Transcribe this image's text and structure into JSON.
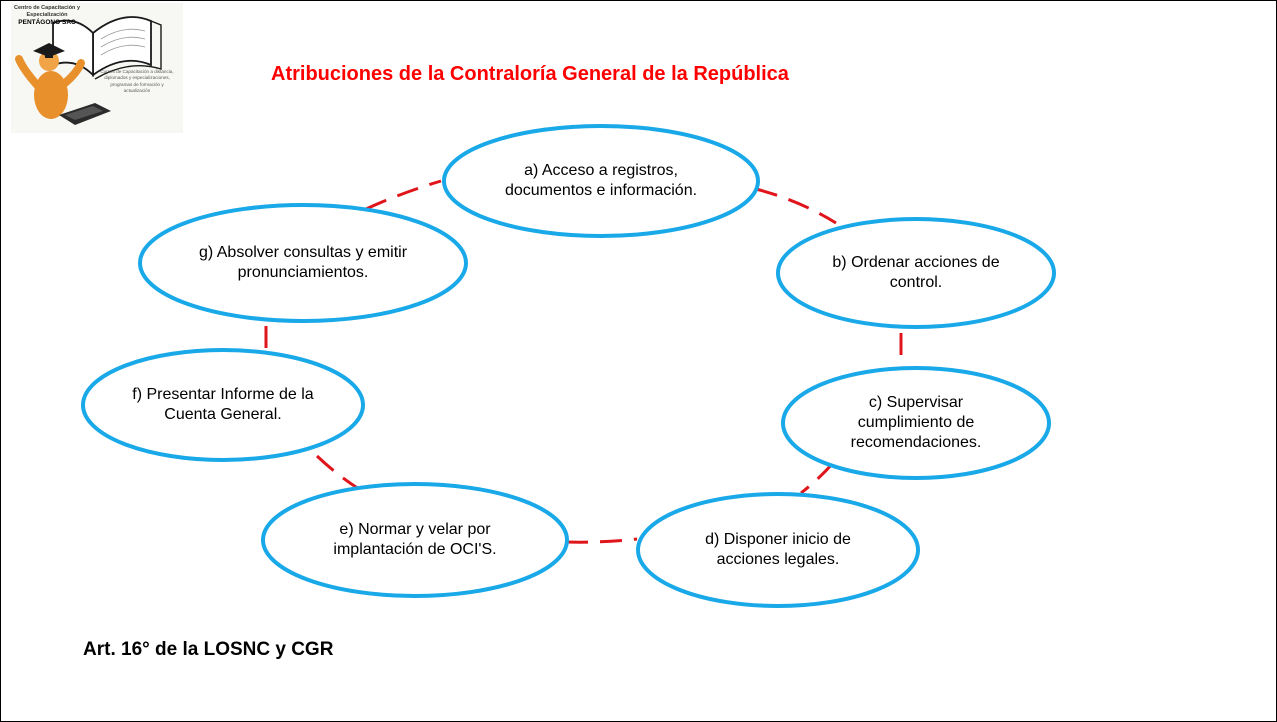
{
  "logo": {
    "company_line1": "Centro de Capacitación y",
    "company_line2": "Especialización",
    "company_brand": "PENTÁGONO SAC",
    "tagline": "Cursos de Capacitación a distancia, diplomados y especializaciones, programas de formación y actualización"
  },
  "title": "Atribuciones de la Contraloría General de la República",
  "nodes": [
    {
      "id": "a",
      "text": "a) Acceso a registros, documentos e información."
    },
    {
      "id": "b",
      "text": "b) Ordenar acciones de control."
    },
    {
      "id": "c",
      "text": "c) Supervisar cumplimiento de recomendaciones."
    },
    {
      "id": "d",
      "text": "d) Disponer inicio de acciones legales."
    },
    {
      "id": "e",
      "text": "e) Normar y velar por implantación de OCI'S."
    },
    {
      "id": "f",
      "text": "f) Presentar Informe de la Cuenta General."
    },
    {
      "id": "g",
      "text": "g) Absolver consultas y emitir pronunciamientos."
    }
  ],
  "footer": "Art. 16° de la LOSNC y CGR",
  "colors": {
    "title": "#ff0000",
    "node_border": "#19a8e8",
    "connector": "#e0151b"
  }
}
